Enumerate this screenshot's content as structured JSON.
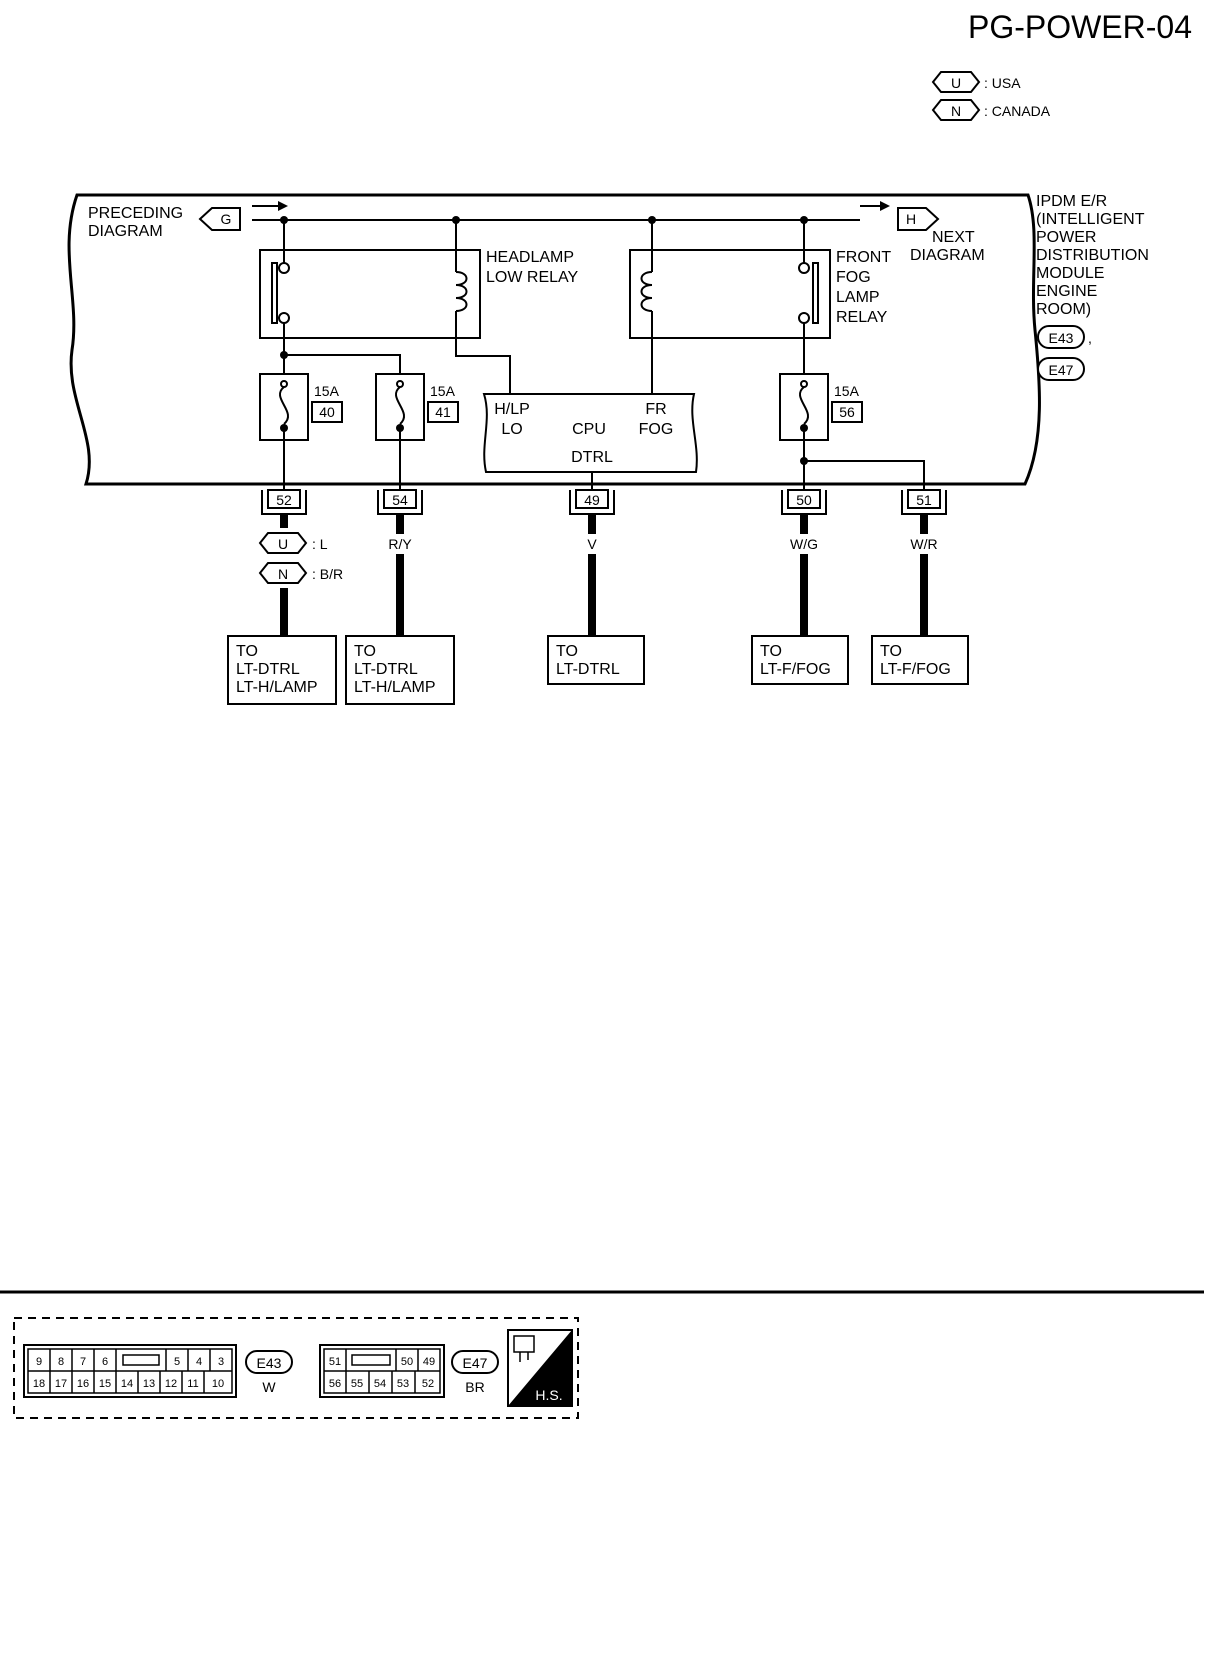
{
  "page_title": "PG-POWER-04",
  "legend": [
    {
      "code": "U",
      "text": ": USA"
    },
    {
      "code": "N",
      "text": ": CANADA"
    }
  ],
  "preceding": {
    "line1": "PRECEDING",
    "line2": "DIAGRAM",
    "connector": "G"
  },
  "next": {
    "line1": "NEXT",
    "line2": "DIAGRAM",
    "connector": "H"
  },
  "module": {
    "lines": [
      "IPDM E/R",
      "(INTELLIGENT",
      "POWER",
      "DISTRIBUTION",
      "MODULE",
      "ENGINE",
      "ROOM)"
    ],
    "connector1": "E43",
    "separator": ",",
    "connector2": "E47"
  },
  "relays": {
    "headlamp": {
      "line1": "HEADLAMP",
      "line2": "LOW RELAY"
    },
    "fog": {
      "line1": "FRONT",
      "line2": "FOG",
      "line3": "LAMP",
      "line4": "RELAY"
    }
  },
  "fuses": [
    {
      "amp": "15A",
      "num": "40"
    },
    {
      "amp": "15A",
      "num": "41"
    },
    {
      "amp": "15A",
      "num": "56"
    }
  ],
  "cpu": {
    "hlp": "H/LP",
    "lo": "LO",
    "cpu": "CPU",
    "fr": "FR",
    "fog": "FOG",
    "dtrl": "DTRL"
  },
  "terminals": [
    "52",
    "54",
    "49",
    "50",
    "51"
  ],
  "wires": {
    "t52": [
      {
        "code": "U",
        "color": ": L"
      },
      {
        "code": "N",
        "color": ": B/R"
      }
    ],
    "t54": "R/Y",
    "t49": "V",
    "t50": "W/G",
    "t51": "W/R"
  },
  "destinations": [
    {
      "to": "TO",
      "a": "LT-DTRL",
      "b": "LT-H/LAMP"
    },
    {
      "to": "TO",
      "a": "LT-DTRL",
      "b": "LT-H/LAMP"
    },
    {
      "to": "TO",
      "a": "LT-DTRL",
      "b": ""
    },
    {
      "to": "TO",
      "a": "LT-F/FOG",
      "b": ""
    },
    {
      "to": "TO",
      "a": "LT-F/FOG",
      "b": ""
    }
  ],
  "connector_views": {
    "e43": {
      "top": [
        "9",
        "8",
        "7",
        "6",
        "",
        "5",
        "4",
        "3"
      ],
      "bottom": [
        "18",
        "17",
        "16",
        "15",
        "14",
        "13",
        "12",
        "11",
        "10"
      ],
      "id": "E43",
      "color": "W"
    },
    "e47": {
      "top": [
        "51",
        "",
        "50",
        "49"
      ],
      "bottom": [
        "56",
        "55",
        "54",
        "53",
        "52"
      ],
      "id": "E47",
      "color": "BR"
    },
    "hs_label": "H.S."
  }
}
